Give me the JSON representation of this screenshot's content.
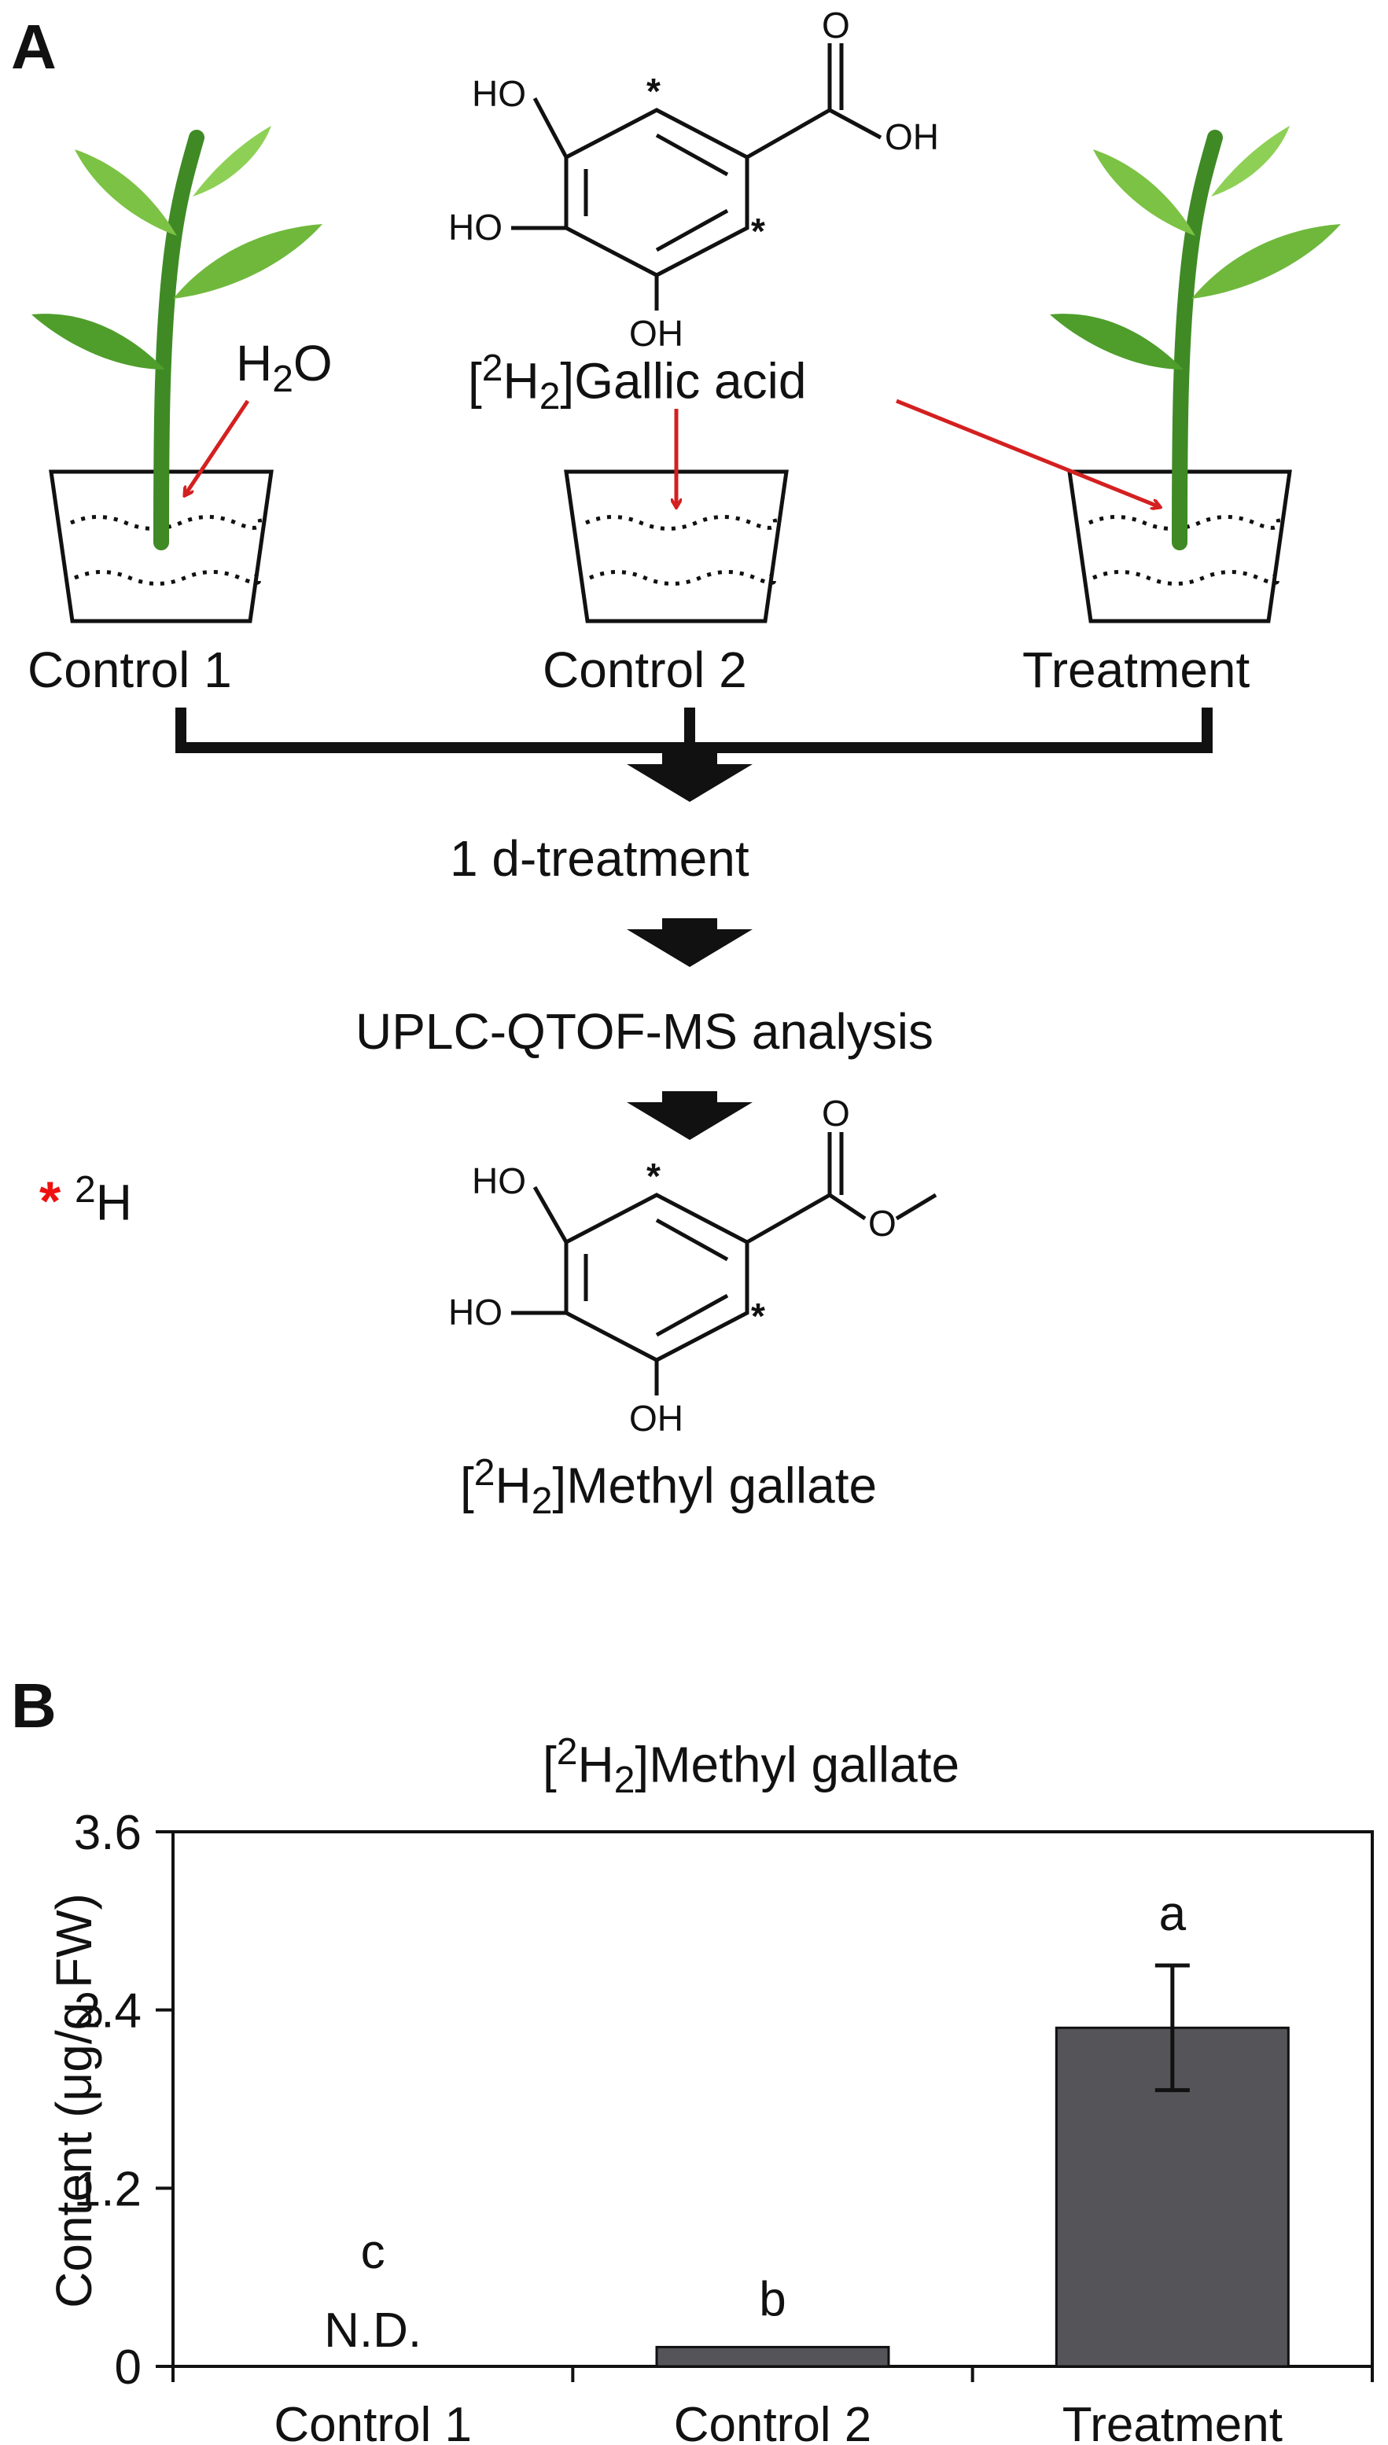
{
  "panel_a": {
    "label": "A",
    "gallic_acid": {
      "name_prefix": "[",
      "name_sup": "2",
      "name_mid": "H",
      "name_sub": "2",
      "name_suffix": "]Gallic acid",
      "atoms": {
        "ho_top": "HO",
        "ho_mid": "HO",
        "oh_bottom": "OH",
        "o_carbonyl": "O",
        "oh_acid": "OH"
      }
    },
    "water": {
      "h": "H",
      "sub": "2",
      "o": "O"
    },
    "pots": [
      {
        "label": "Control 1"
      },
      {
        "label": "Control 2"
      },
      {
        "label": "Treatment"
      }
    ],
    "steps": [
      "1 d-treatment",
      "UPLC-QTOF-MS analysis"
    ],
    "legend": {
      "star": "*",
      "sup": "2",
      "text": "H"
    },
    "methyl_gallate": {
      "name_prefix": "[",
      "name_sup": "2",
      "name_mid": "H",
      "name_sub": "2",
      "name_suffix": "]Methyl gallate",
      "atoms": {
        "ho_top": "HO",
        "ho_mid": "HO",
        "oh_bottom": "OH",
        "o_carbonyl": "O",
        "o_ester": "O"
      }
    },
    "colors": {
      "arrow_red": "#d42020",
      "leaf_green": "#5aa832",
      "stem_green": "#3f8a25"
    }
  },
  "panel_b": {
    "label": "B",
    "chart_data": {
      "type": "bar",
      "title_prefix": "[",
      "title_sup": "2",
      "title_mid": "H",
      "title_sub": "2",
      "title_suffix": "]Methyl gallate",
      "ylabel": "Content (μg/g FW)",
      "xlabel": "",
      "ylim": [
        0,
        3.6
      ],
      "yticks": [
        "0",
        "1.2",
        "2.4",
        "3.6"
      ],
      "ytick_values": [
        0,
        1.2,
        2.4,
        3.6
      ],
      "categories": [
        "Control 1",
        "Control 2",
        "Treatment"
      ],
      "values": [
        0,
        0.13,
        2.28
      ],
      "errors": [
        0,
        0,
        0.42
      ],
      "letters": [
        "c",
        "b",
        "a"
      ],
      "nd_label": "N.D.",
      "bar_color": "#545459",
      "grid": false
    }
  }
}
